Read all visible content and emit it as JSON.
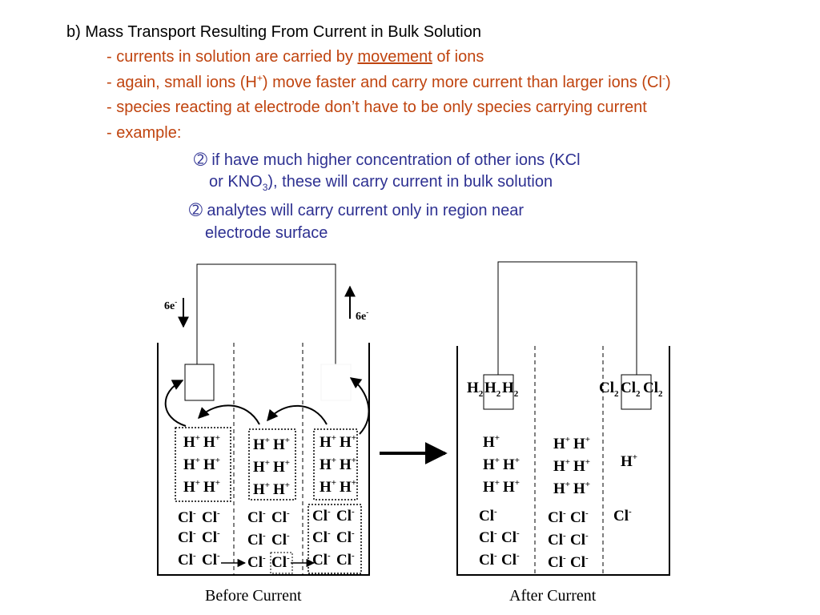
{
  "heading": "b) Mass Transport Resulting From Current in Bulk Solution",
  "bullets": {
    "b1": {
      "pre": "- currents in solution are carried by ",
      "emph": "movement",
      "post": " of ions"
    },
    "b2": {
      "pre": "- again, small ions (H",
      "sup1": "+",
      "mid": ") move faster and carry more current than larger ions (Cl",
      "sup2": "-",
      "post": ")"
    },
    "b3": "- species reacting at electrode don’t have to be only species carrying current",
    "b4": "- example:"
  },
  "sub_items": {
    "s1": {
      "marker": "➁",
      "line1": " if have much higher concentration of other ions (KCl",
      "line2_pre": "or KNO",
      "line2_sub": "3",
      "line2_post": "), these will carry current in bulk solution"
    },
    "s2": {
      "marker": "➁",
      "line1": " analytes will carry current only in region near",
      "line2": "electrode surface"
    }
  },
  "diagram": {
    "before_caption": "Before Current",
    "after_caption": "After Current",
    "electron_down": {
      "base": "6e",
      "sup": "-"
    },
    "electron_up": {
      "base": "6e",
      "sup": "-"
    },
    "h_ion": {
      "base": "H",
      "sup": "+"
    },
    "cl_ion": {
      "base": "Cl",
      "sup": "-"
    },
    "h2": {
      "base": "H",
      "sub": "2"
    },
    "cl2": {
      "base": "Cl",
      "sub": "2"
    }
  },
  "colors": {
    "heading": "#000000",
    "bullets": "#c0440f",
    "sub_items": "#2e3192"
  }
}
